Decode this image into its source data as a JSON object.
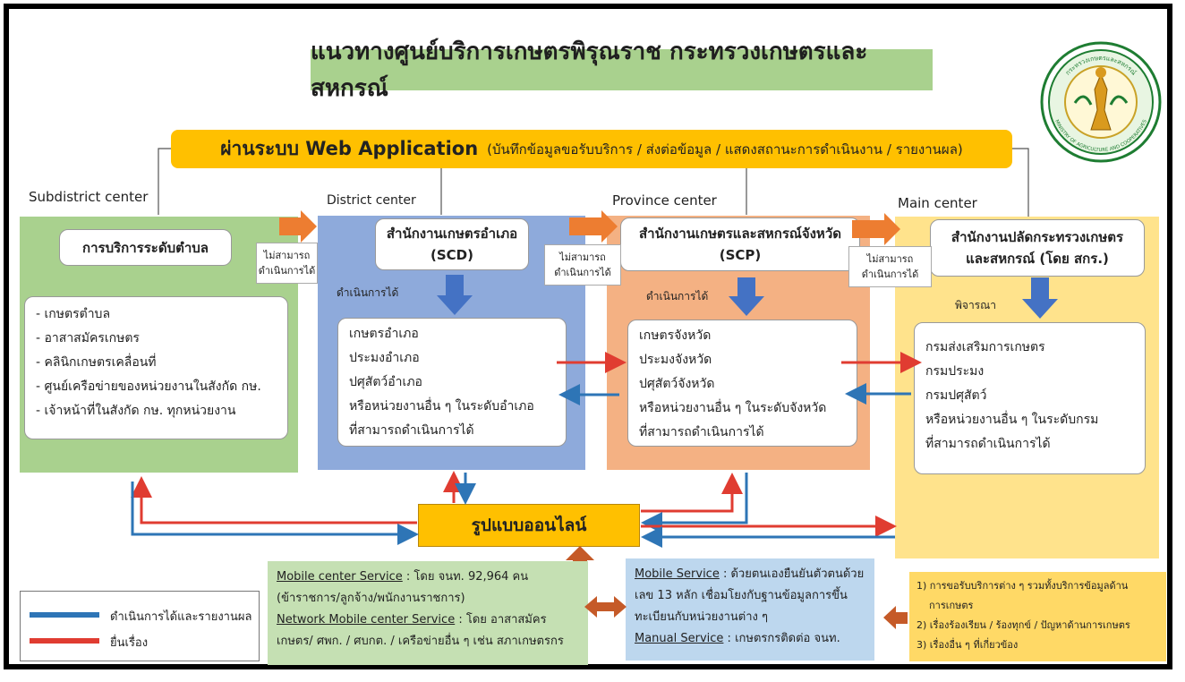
{
  "title": "แนวทางศูนย์บริการเกษตรพิรุณราช กระทรวงเกษตรและสหกรณ์",
  "web_app": {
    "main": "ผ่านระบบ Web Application",
    "sub": "(บันทึกข้อมูลขอรับบริการ / ส่งต่อข้อมูล / แสดงสถานะการดำเนินงาน / รายงานผล)"
  },
  "centers": {
    "subdistrict": "Subdistrict center",
    "district": "District center",
    "province": "Province center",
    "main": "Main center"
  },
  "subdistrict": {
    "header": "การบริการระดับตำบล",
    "items": [
      "- เกษตรตำบล",
      "- อาสาสมัครเกษตร",
      "- คลินิกเกษตรเคลื่อนที่",
      "- ศูนย์เครือข่ายของหน่วยงานในสังกัด กษ.",
      "- เจ้าหน้าที่ในสังกัด กษ. ทุกหน่วยงาน"
    ]
  },
  "district": {
    "header_line1": "สำนักงานเกษตรอำเภอ",
    "header_line2": "(SCD)",
    "action": "ดำเนินการได้",
    "items": [
      "เกษตรอำเภอ",
      "ประมงอำเภอ",
      "ปศุสัตว์อำเภอ",
      "หรือหน่วยงานอื่น ๆ ในระดับอำเภอ",
      "ที่สามารถดำเนินการได้"
    ]
  },
  "province": {
    "header_line1": "สำนักงานเกษตรและสหกรณ์จังหวัด",
    "header_line2": "(SCP)",
    "action": "ดำเนินการได้",
    "items": [
      "เกษตรจังหวัด",
      "ประมงจังหวัด",
      "ปศุสัตว์จังหวัด",
      "หรือหน่วยงานอื่น ๆ ในระดับจังหวัด",
      "ที่สามารถดำเนินการได้"
    ]
  },
  "main": {
    "header_line1": "สำนักงานปลัดกระทรวงเกษตร",
    "header_line2": "และสหกรณ์ (โดย สกร.)",
    "action": "พิจารณา",
    "items": [
      "กรมส่งเสริมการเกษตร",
      "กรมประมง",
      "กรมปศุสัตว์",
      "หรือหน่วยงานอื่น ๆ ในระดับกรม",
      "ที่สามารถดำเนินการได้"
    ]
  },
  "cannot_line1": "ไม่สามารถ",
  "cannot_line2": "ดำเนินการได้",
  "online": "รูปแบบออนไลน์",
  "services_left": {
    "mcs_title": "Mobile center Service",
    "mcs_text1": " : โดย จนท. 92,964 คน",
    "mcs_text2": "(ข้าราชการ/ลูกจ้าง/พนักงานราชการ)",
    "nmcs_title": "Network Mobile center Service",
    "nmcs_text1": " : โดย อาสาสมัคร",
    "nmcs_text2": "เกษตร/ ศพก. / ศบกต. / เครือข่ายอื่น ๆ เช่น สภาเกษตรกร"
  },
  "services_mid": {
    "ms_title": "Mobile Service",
    "ms_text1": " : ด้วยตนเองยืนยันตัวตนด้วย",
    "ms_text2": "เลข 13 หลัก เชื่อมโยงกับฐานข้อมูลการขึ้น",
    "ms_text3": "ทะเบียนกับหน่วยงานต่าง ๆ",
    "man_title": "Manual Service",
    "man_text": " : เกษตรกรติดต่อ จนท."
  },
  "requests": [
    "1) การขอรับบริการต่าง ๆ รวมทั้งบริการข้อมูลด้าน",
    "การเกษตร",
    "2) เรื่องร้องเรียน / ร้องทุกข์ / ปัญหาด้านการเกษตร",
    "3) เรื่องอื่น ๆ ที่เกี่ยวข้อง"
  ],
  "legend": {
    "blue_label": "ดำเนินการได้และรายงานผล",
    "red_label": "ยื่นเรื่อง"
  },
  "colors": {
    "blue_line": "#2e75b6",
    "red_line": "#e03c31",
    "orange_arrow": "#ed7d31",
    "down_arrow": "#4472c4",
    "brown_arrow": "#c55a28"
  },
  "emblem": {
    "text_top": "กระทรวงเกษตรและสหกรณ์",
    "text_bottom": "MINISTRY OF AGRICULTURE AND COOPERATIVES"
  }
}
